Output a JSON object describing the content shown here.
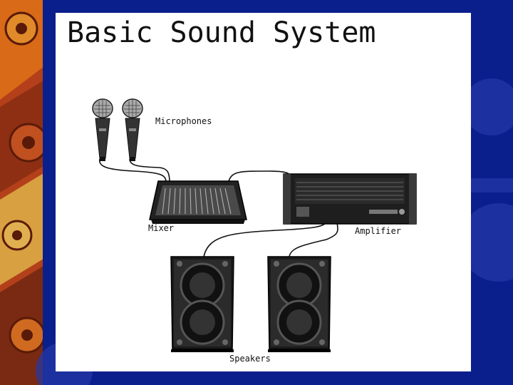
{
  "slide": {
    "title": "Basic Sound System",
    "colors": {
      "background": "#0a1f8c",
      "panel": "#ffffff",
      "ink": "#111111"
    }
  },
  "diagram": {
    "components": [
      {
        "id": "microphones",
        "label": "Microphones",
        "icon": "microphone-icon"
      },
      {
        "id": "mixer",
        "label": "Mixer",
        "icon": "mixer-console-icon"
      },
      {
        "id": "amplifier",
        "label": "Amplifier",
        "icon": "amplifier-icon"
      },
      {
        "id": "speakers",
        "label": "Speakers",
        "icon": "speaker-cabinet-icon"
      }
    ],
    "connections": [
      {
        "from": "microphones",
        "to": "mixer"
      },
      {
        "from": "mixer",
        "to": "amplifier"
      },
      {
        "from": "amplifier",
        "to": "speakers"
      }
    ]
  }
}
